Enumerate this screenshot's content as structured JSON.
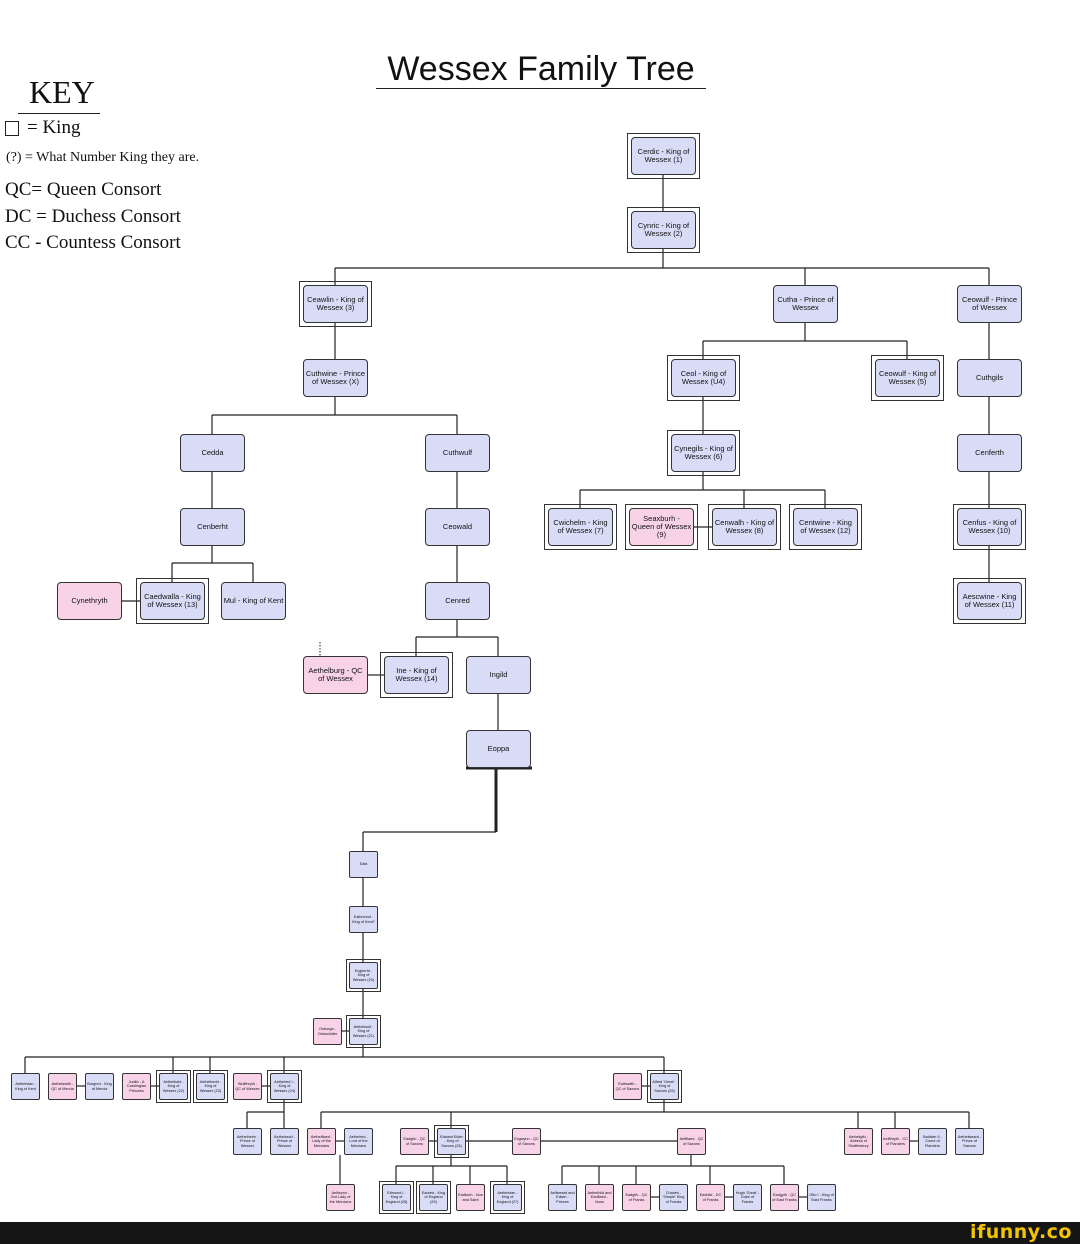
{
  "title": "Wessex Family Tree",
  "key": {
    "heading": "KEY",
    "king": "= King",
    "number": "(?) = What Number King they are.",
    "qc": "QC= Queen Consort",
    "dc": "DC = Duchess Consort",
    "cc": "CC - Countess Consort"
  },
  "people": {
    "cerdic": "Cerdic - King of Wessex (1)",
    "cynric": "Cynric - King of Wessex (2)",
    "ceawlin": "Ceawlin - King of Wessex (3)",
    "cutha": "Cutha - Prince of Wessex",
    "ceowulf_prince": "Ceowulf - Prince of Wessex",
    "cuthwine": "Cuthwine - Prince of Wessex (X)",
    "ceol": "Ceol - King of Wessex (U4)",
    "ceowulf_king": "Ceowulf - King of Wessex (5)",
    "cuthgils": "Cuthgils",
    "cedda": "Cedda",
    "cuthwulf": "Cuthwulf",
    "cynegils": "Cynegils - King of Wessex (6)",
    "cenferth": "Cenferth",
    "cenberht": "Cenberht",
    "ceowald": "Ceowald",
    "cwichelm": "Cwichelm - King of Wessex (7)",
    "seaxburh": "Seaxburh - Queen of Wessex (9)",
    "cenwalh": "Cenwalh - King of Wessex (8)",
    "centwine": "Centwine - King of Wessex (12)",
    "cenfus": "Cenfus - King of Wessex (10)",
    "cynethryth": "Cynethryth",
    "caedwalla": "Caedwalla - King of Wessex (13)",
    "mul": "Mul - King of Kent",
    "cenred": "Cenred",
    "aescwine": "Aescwine - King of Wessex (11)",
    "aethelburg": "Aethelburg - QC of Wessex",
    "ine": "Ine - King of Wessex (14)",
    "ingild": "Ingild",
    "eoppa": "Eoppa",
    "eafa": "Eafa",
    "ealhmund": "Ealhmund - King of Kent?",
    "ecgberht": "Ecgberht - King of Wessex (20)",
    "osburga": "Osburga - Oslacdotter",
    "aethelwulf": "Aethelwulf - King of Wessex (21)",
    "aethelstan_kent": "Aethelstan - King of Kent",
    "aethelswith": "Aethelswith - QC of Mercia",
    "burgred": "Burgred - King of Mercia",
    "judith": "Judith - A Carolingian Princess",
    "aethelbald": "Aethelbald - King of Wessex (22)",
    "aethelberht": "Aethelberht - King of Wessex (23)",
    "wulfthryth": "Wulfthryth - QC of Wessex",
    "aethelred_i": "Aethelred I - King of Wessex (24)",
    "ealhswith": "Ealhswith - QC of Saxons",
    "alfred": "Alfred 'Great' - King of Saxons (25)",
    "aethelhelm": "Aethelhelm - Prince of Wessex",
    "aethelwold": "Aethelwold - Prince of Wessex",
    "aethelflaed": "Aethelflaed - Lady of the Mercians",
    "aethelred_merc": "Aethelred - Lord of the Mercians",
    "eadgifu_qc": "Eadgifu - QC of Saxons",
    "edward_elder": "Edward Elder - King of Saxons (26)",
    "ecgwynn": "Ecgwynn - QC of Saxons",
    "aelfflaed": "Aelfflaed - QC of Saxons",
    "aethelgifu": "Aethelgifu - Abbess of Shaftesbury",
    "aelfthryth": "Aelfthryth - CC of Flanders",
    "baldwin": "Baldwin II - Count of Flanders",
    "aethelweard_prince": "Aethelweard - Prince of Saxons",
    "aelfwynn": "Aelfwynn - 2nd Lady of the Mercians",
    "edmund": "Edmund I - King of England (28)",
    "eadred": "Eadred - King of England (29)",
    "eadburh": "Eadburh - Nun and Saint",
    "aethelstan_eng": "Aethelstan - King of England (27)",
    "aelfweard": "Aelfweard and Edwin - Princes",
    "aethelhild": "Aethelhild and Eadflaed - Nuns",
    "eadgifu_franks": "Eadgifu - QC of Franks",
    "charles": "Charles - 'Simple' King of Franks",
    "eadhild": "Eadhild - DC of Franks",
    "hugh": "Hugh 'Great' - Duke of Franks",
    "eadgyth": "Eadgyth - QC of East Franks",
    "otto": "Otto I - King of East Franks"
  },
  "footer": {
    "logo": "ifunny.co"
  }
}
